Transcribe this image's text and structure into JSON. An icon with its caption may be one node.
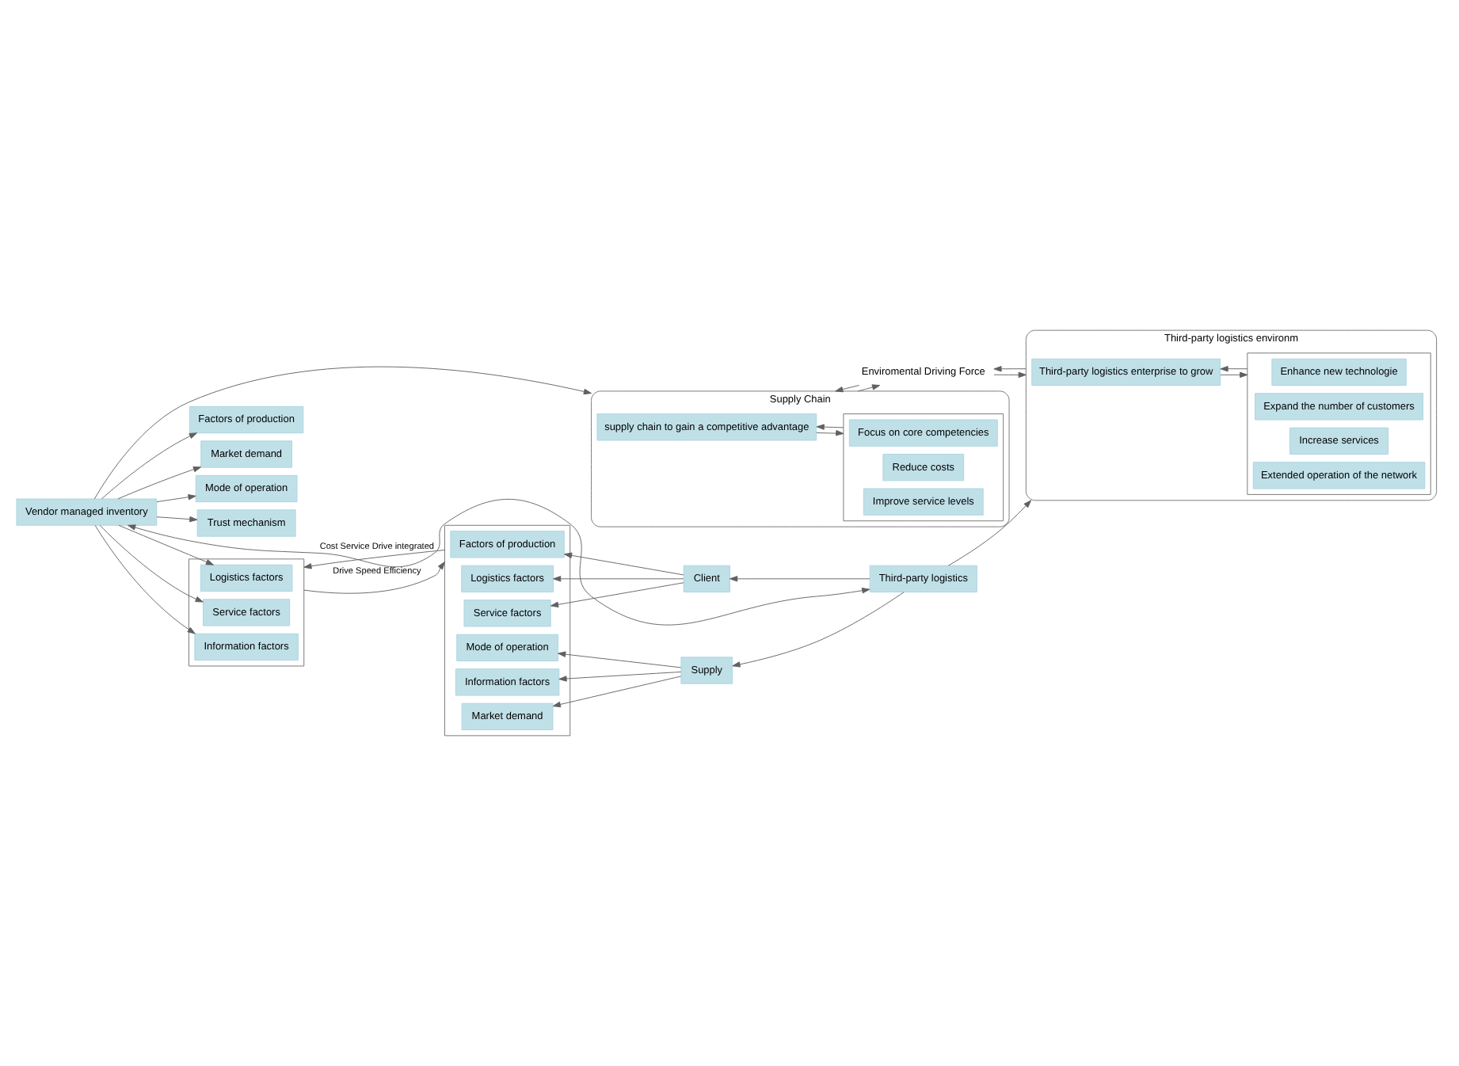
{
  "diagram": {
    "nodes": [
      {
        "text": [
          "Vendor managed inventory"
        ]
      },
      {
        "text": [
          "Factors of production"
        ]
      },
      {
        "text": [],
        "shape": "box"
      },
      {
        "text": [
          "Logistics factors"
        ],
        "in": 2
      },
      {
        "text": [
          "Service factors"
        ],
        "in": 2
      },
      {
        "text": [
          "Information factors"
        ],
        "in": 2
      },
      {
        "text": [
          "Market demand"
        ]
      },
      {
        "text": [
          "Mode of operation"
        ]
      },
      {
        "text": [
          "Trust mechanism"
        ]
      },
      {
        "text": [],
        "shape": "box"
      },
      {
        "text": [
          "Factors of production"
        ],
        "in": 9
      },
      {
        "text": [
          "Logistics factors"
        ],
        "in": 9
      },
      {
        "text": [
          "Service factors"
        ],
        "in": 9
      },
      {
        "text": [
          "Information factors"
        ],
        "in": 9
      },
      {
        "text": [
          "Market demand"
        ],
        "in": 9
      },
      {
        "text": [
          "Mode of operation"
        ],
        "in": 9
      },
      {
        "text": [
          "Client"
        ]
      },
      {
        "text": [
          "Supply"
        ]
      },
      {
        "text": [
          "Third-party logistics"
        ]
      },
      {
        "text": [
          "Supply Chain"
        ]
      },
      {
        "text": [
          "supply chain to gain a competitive advantage"
        ],
        "in": 19
      },
      {
        "text": [],
        "shape": "box",
        "in": 19
      },
      {
        "text": [
          "Focus on core competencies"
        ],
        "in": 21
      },
      {
        "text": [
          "Reduce costs"
        ],
        "in": 21
      },
      {
        "text": [
          "Improve service levels"
        ],
        "in": 21
      },
      {
        "text": [
          "Enviromental Driving Force"
        ]
      },
      {
        "text": [
          "Third-party logistics environm"
        ]
      },
      {
        "text": [
          "Third-party logistics enterprise to grow"
        ],
        "in": 26
      },
      {
        "text": [],
        "shape": "box",
        "in": 26
      },
      {
        "text": [
          "Enhance new technologie"
        ],
        "in": 28
      },
      {
        "text": [
          "Expand the number of customers"
        ],
        "in": 28
      },
      {
        "text": [
          "Increase services"
        ],
        "in": 28
      },
      {
        "text": [
          "Extended operation of the network"
        ],
        "in": 28
      }
    ],
    "edges": [
      {
        "from": 0,
        "to": 1,
        "arrow": "to"
      },
      {
        "from": 0,
        "to": 3,
        "arrow": "to"
      },
      {
        "from": 0,
        "to": 4,
        "arrow": "to"
      },
      {
        "from": 0,
        "to": 5,
        "arrow": "to"
      },
      {
        "from": 0,
        "to": 6,
        "arrow": "to"
      },
      {
        "from": 0,
        "to": 7,
        "arrow": "to"
      },
      {
        "from": 0,
        "to": 8,
        "arrow": "to"
      },
      {
        "from": 2,
        "to": 9,
        "arrow": "to",
        "label": "Drive Speed Efficiency"
      },
      {
        "from": 9,
        "to": 2,
        "arrow": "to",
        "label": "Cost Service Drive integrated"
      },
      {
        "from": 16,
        "to": 10,
        "arrow": "to"
      },
      {
        "from": 16,
        "to": 11,
        "arrow": "to"
      },
      {
        "from": 16,
        "to": 12,
        "arrow": "to"
      },
      {
        "from": 17,
        "to": 13,
        "arrow": "to"
      },
      {
        "from": 17,
        "to": 14,
        "arrow": "to"
      },
      {
        "from": 17,
        "to": 15,
        "arrow": "to"
      },
      {
        "from": 18,
        "to": 16,
        "arrow": "to"
      },
      {
        "from": 18,
        "to": 17,
        "arrow": "to"
      },
      {
        "from": 0,
        "to": 18,
        "arrow": "both"
      },
      {
        "from": 0,
        "to": 19,
        "arrow": "to"
      },
      {
        "from": 18,
        "to": 26,
        "arrow": "to"
      },
      {
        "from": 20,
        "to": 21,
        "arrow": "to"
      },
      {
        "from": 21,
        "to": 20,
        "arrow": "to"
      },
      {
        "from": 19,
        "to": 25,
        "arrow": "to"
      },
      {
        "from": 25,
        "to": 26,
        "arrow": "to"
      },
      {
        "from": 26,
        "to": 25,
        "arrow": "to"
      },
      {
        "from": 25,
        "to": 19,
        "arrow": "to"
      },
      {
        "from": 27,
        "to": 28,
        "arrow": "to"
      },
      {
        "from": 28,
        "to": 27,
        "arrow": "to"
      }
    ]
  }
}
